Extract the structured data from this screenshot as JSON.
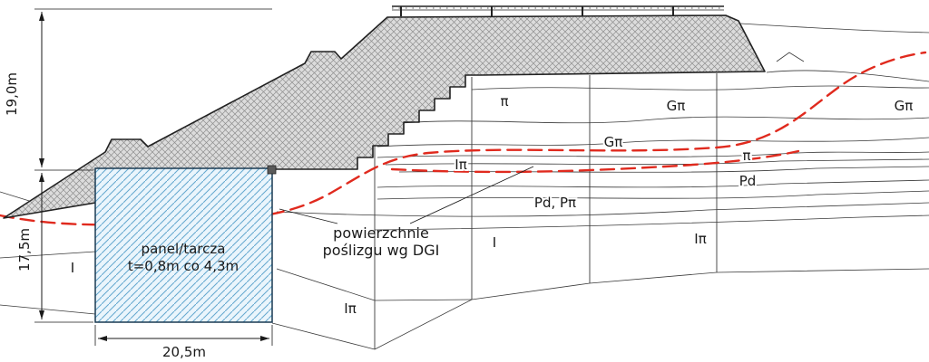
{
  "dimensions": {
    "height_upper": "19,0m",
    "height_lower": "17,5m",
    "panel_width": "20,5m"
  },
  "panel": {
    "line1": "panel/tarcza",
    "line2": "t=0,8m co 4,3m"
  },
  "annotation": {
    "line1": "powierzchnie",
    "line2": "poślizgu wg DGI"
  },
  "soil_labels": [
    {
      "id": "pi-upper",
      "text": "π"
    },
    {
      "id": "gpi-upper",
      "text": "Gπ"
    },
    {
      "id": "gpi-mid",
      "text": "Gπ"
    },
    {
      "id": "gpi-right",
      "text": "Gπ"
    },
    {
      "id": "ipi-mid",
      "text": "Iπ"
    },
    {
      "id": "pi-lower",
      "text": "π"
    },
    {
      "id": "pd",
      "text": "Pd"
    },
    {
      "id": "pd-ppi",
      "text": "Pd, Pπ"
    },
    {
      "id": "i-mid",
      "text": "I"
    },
    {
      "id": "ipi-right",
      "text": "Iπ"
    },
    {
      "id": "i-left",
      "text": "I"
    },
    {
      "id": "ipi-bottom",
      "text": "Iπ"
    }
  ],
  "colors": {
    "slip_surface": "#e02a1e",
    "panel_fill": "#eaf5fc",
    "panel_hatch": "#64a8cf",
    "embankment_fill": "#dcdcdc",
    "embankment_hatch": "#8f8f8f",
    "line": "#1a1a1a"
  }
}
